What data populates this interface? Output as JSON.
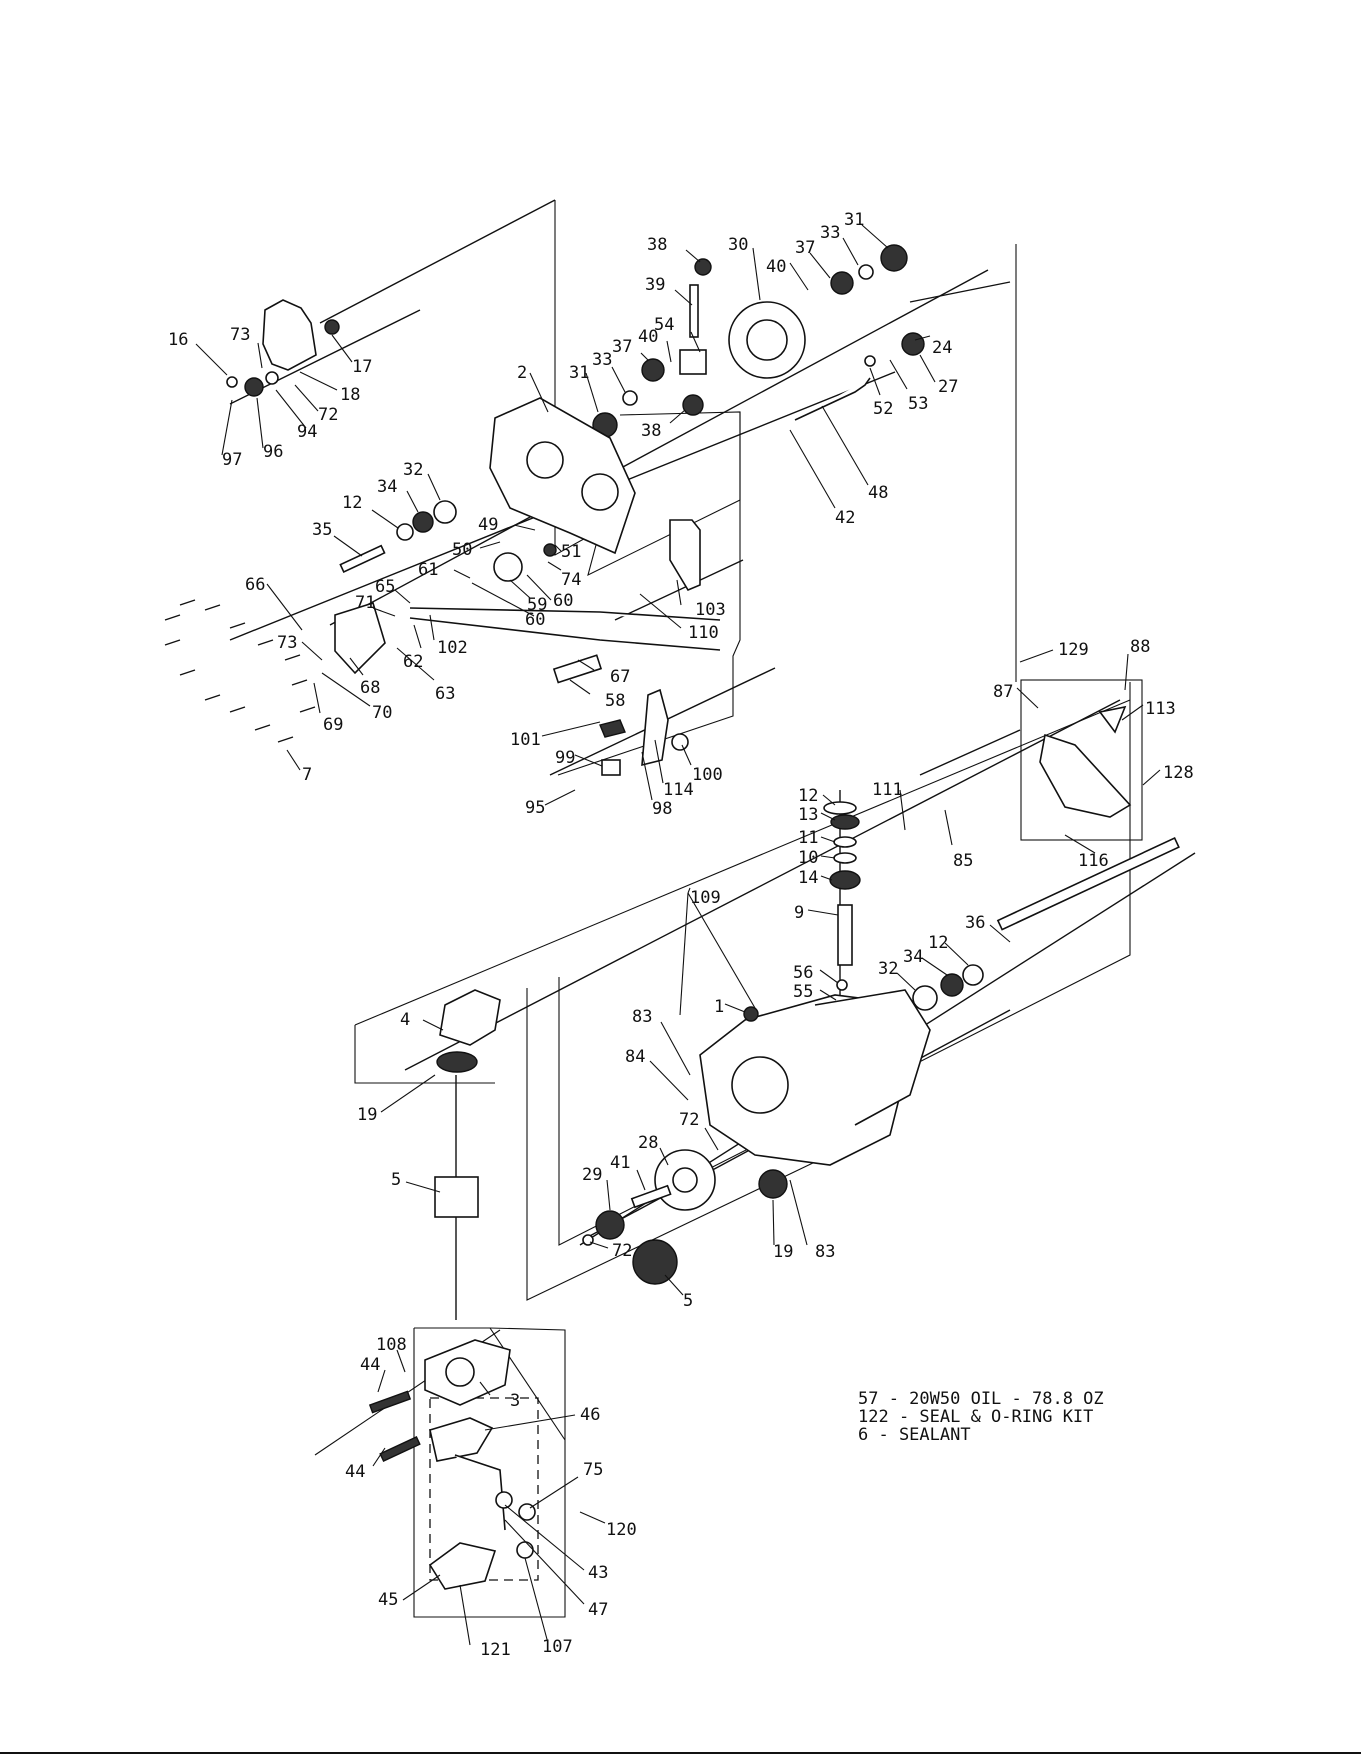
{
  "diagram": {
    "callouts": [
      "16",
      "73",
      "17",
      "18",
      "72",
      "94",
      "96",
      "97",
      "35",
      "12",
      "34",
      "32",
      "2",
      "31",
      "33",
      "37",
      "40",
      "54",
      "38",
      "39",
      "38",
      "30",
      "37",
      "40",
      "33",
      "31",
      "24",
      "27",
      "52",
      "53",
      "48",
      "42",
      "49",
      "50",
      "51",
      "74",
      "60",
      "59",
      "60",
      "61",
      "103",
      "110",
      "66",
      "71",
      "65",
      "62",
      "102",
      "73",
      "68",
      "63",
      "70",
      "69",
      "67",
      "58",
      "101",
      "99",
      "95",
      "114",
      "98",
      "100",
      "7",
      "129",
      "88",
      "87",
      "113",
      "128",
      "116",
      "111",
      "85",
      "12",
      "13",
      "11",
      "10",
      "14",
      "9",
      "109",
      "56",
      "55",
      "1",
      "83",
      "84",
      "36",
      "12",
      "34",
      "32",
      "4",
      "19",
      "5",
      "72",
      "28",
      "41",
      "29",
      "72",
      "19",
      "83",
      "5",
      "108",
      "44",
      "3",
      "46",
      "44",
      "75",
      "120",
      "43",
      "47",
      "45",
      "121",
      "107"
    ],
    "notes": [
      "57 - 20W50 OIL - 78.8 OZ",
      "122 - SEAL & O-RING KIT",
      "6 - SEALANT"
    ]
  }
}
